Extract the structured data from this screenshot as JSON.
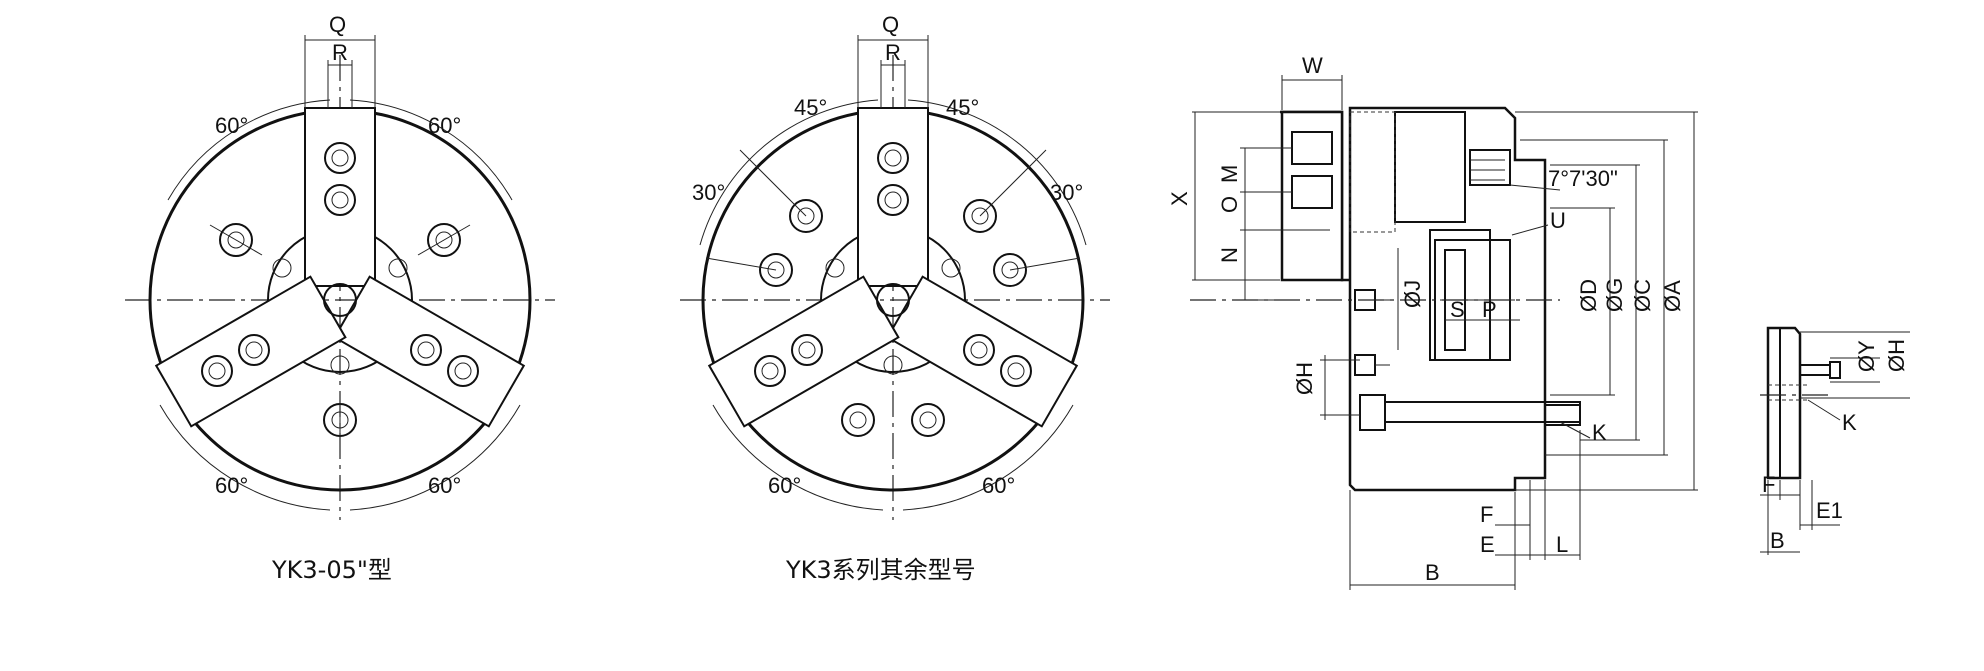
{
  "view1": {
    "caption": "YK3-05\"型",
    "dims": {
      "q": "Q",
      "r": "R"
    },
    "angles": {
      "top_left": "60°",
      "top_right": "60°",
      "bottom_left": "60°",
      "bottom_right": "60°"
    }
  },
  "view2": {
    "caption": "YK3系列其余型号",
    "dims": {
      "q": "Q",
      "r": "R"
    },
    "angles": {
      "top_left": "45°",
      "top_right": "45°",
      "mid_left": "30°",
      "mid_right": "30°",
      "bottom_left": "60°",
      "bottom_right": "60°"
    }
  },
  "side_view": {
    "labels": {
      "w": "W",
      "x": "X",
      "m": "M",
      "o": "O",
      "n": "N",
      "j": "ØJ",
      "h": "ØH",
      "s": "S",
      "p": "P",
      "d": "ØD",
      "g": "ØG",
      "c": "ØC",
      "a": "ØA",
      "u": "U",
      "angle": "7°7'30\"",
      "k": "K",
      "f": "F",
      "e": "E",
      "l": "L",
      "b": "B"
    }
  },
  "jaw_view": {
    "labels": {
      "y": "ØY",
      "h": "ØH",
      "k": "K",
      "f": "F",
      "e1": "E1",
      "b": "B"
    }
  }
}
